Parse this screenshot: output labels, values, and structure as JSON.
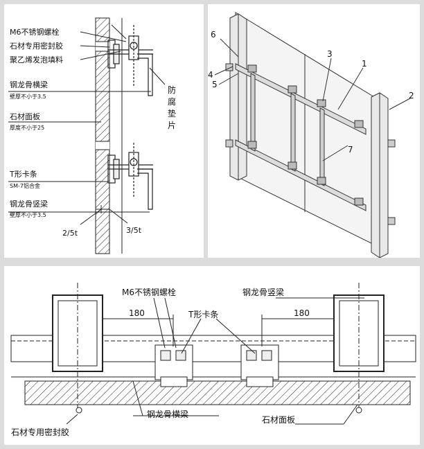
{
  "top_left": {
    "labels": {
      "bolt": "M6不锈钢螺栓",
      "sealant": "石材专用密封胶",
      "foam": "聚乙烯发泡填料",
      "h_beam": "钢龙骨横梁",
      "h_beam_note": "壁厚不小于3.5",
      "panel": "石材面板",
      "panel_note": "厚度不小于25",
      "clip": "T形卡条",
      "clip_note": "SM-7铝合金",
      "v_beam": "钢龙骨竖梁",
      "v_beam_note": "壁厚不小于3.5",
      "anticorrosion_1": "防",
      "anticorrosion_2": "腐",
      "anticorrosion_3": "垫",
      "anticorrosion_4": "片",
      "ratio_left": "2/5t",
      "ratio_right": "3/5t"
    }
  },
  "top_right": {
    "callouts": [
      "1",
      "2",
      "3",
      "4",
      "5",
      "6",
      "7"
    ]
  },
  "bottom": {
    "labels": {
      "bolt": "M6不锈钢螺栓",
      "v_beam": "钢龙骨竖梁",
      "clip": "T形卡条",
      "dim_left": "180",
      "dim_right": "180",
      "sealant": "石材专用密封胶",
      "h_beam": "钢龙骨横梁",
      "panel": "石材面板"
    }
  }
}
